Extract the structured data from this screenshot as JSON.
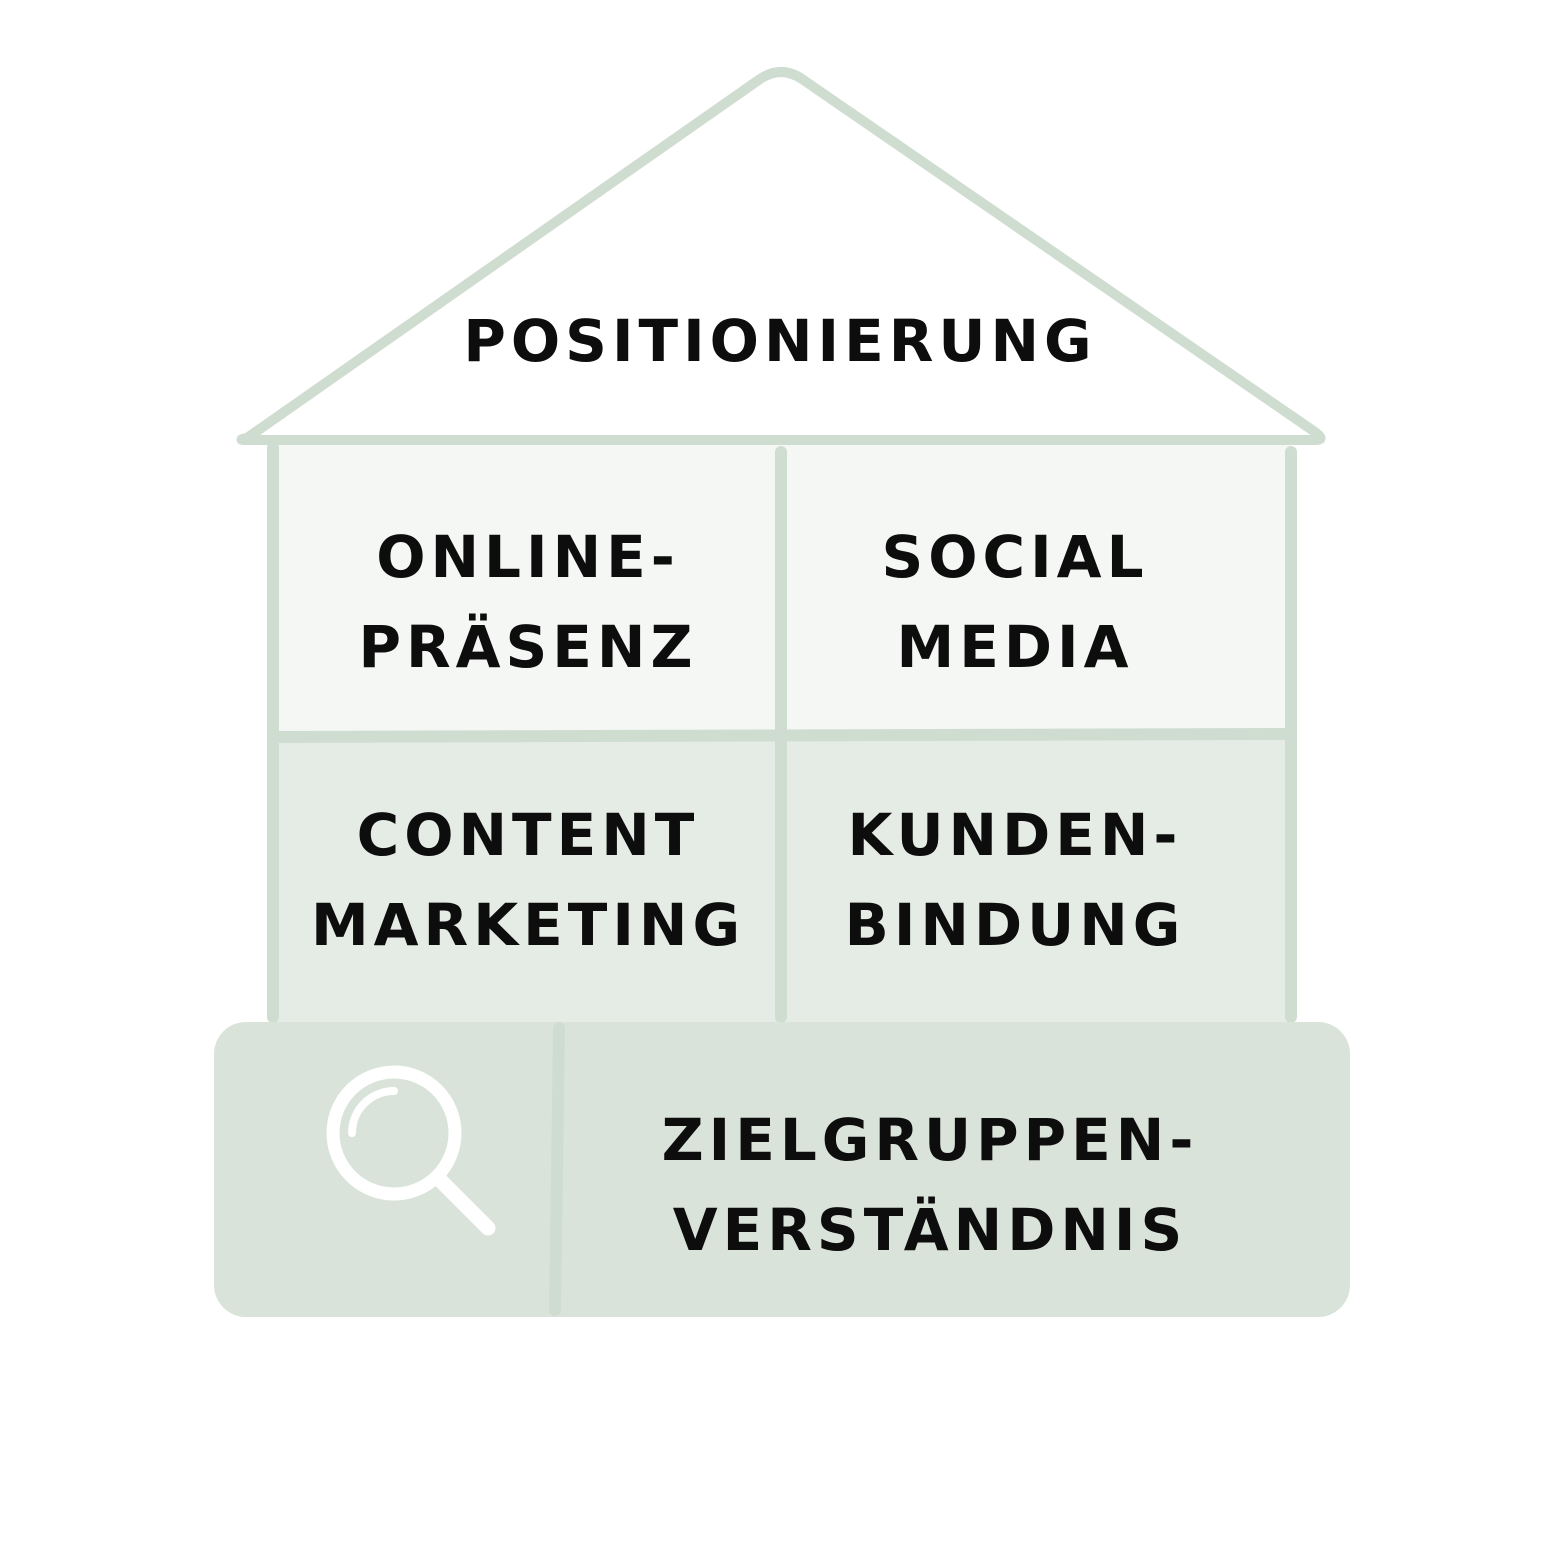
{
  "colors": {
    "outline": "#cfddd1",
    "upper_room_fill": "#f4f7f4",
    "lower_room_fill": "#e5ece6",
    "foundation_fill": "#d9e3da",
    "icon_stroke": "#ffffff",
    "text": "#0d0d0d"
  },
  "roof": {
    "label": "POSITIONIERUNG"
  },
  "rooms": {
    "top_left": {
      "line1": "ONLINE-",
      "line2": "PRÄSENZ"
    },
    "top_right": {
      "line1": "SOCIAL",
      "line2": "MEDIA"
    },
    "bottom_left": {
      "line1": "CONTENT",
      "line2": "MARKETING"
    },
    "bottom_right": {
      "line1": "KUNDEN-",
      "line2": "BINDUNG"
    }
  },
  "foundation": {
    "icon": "magnifier-icon",
    "line1": "ZIELGRUPPEN-",
    "line2": "VERSTÄNDNIS"
  }
}
